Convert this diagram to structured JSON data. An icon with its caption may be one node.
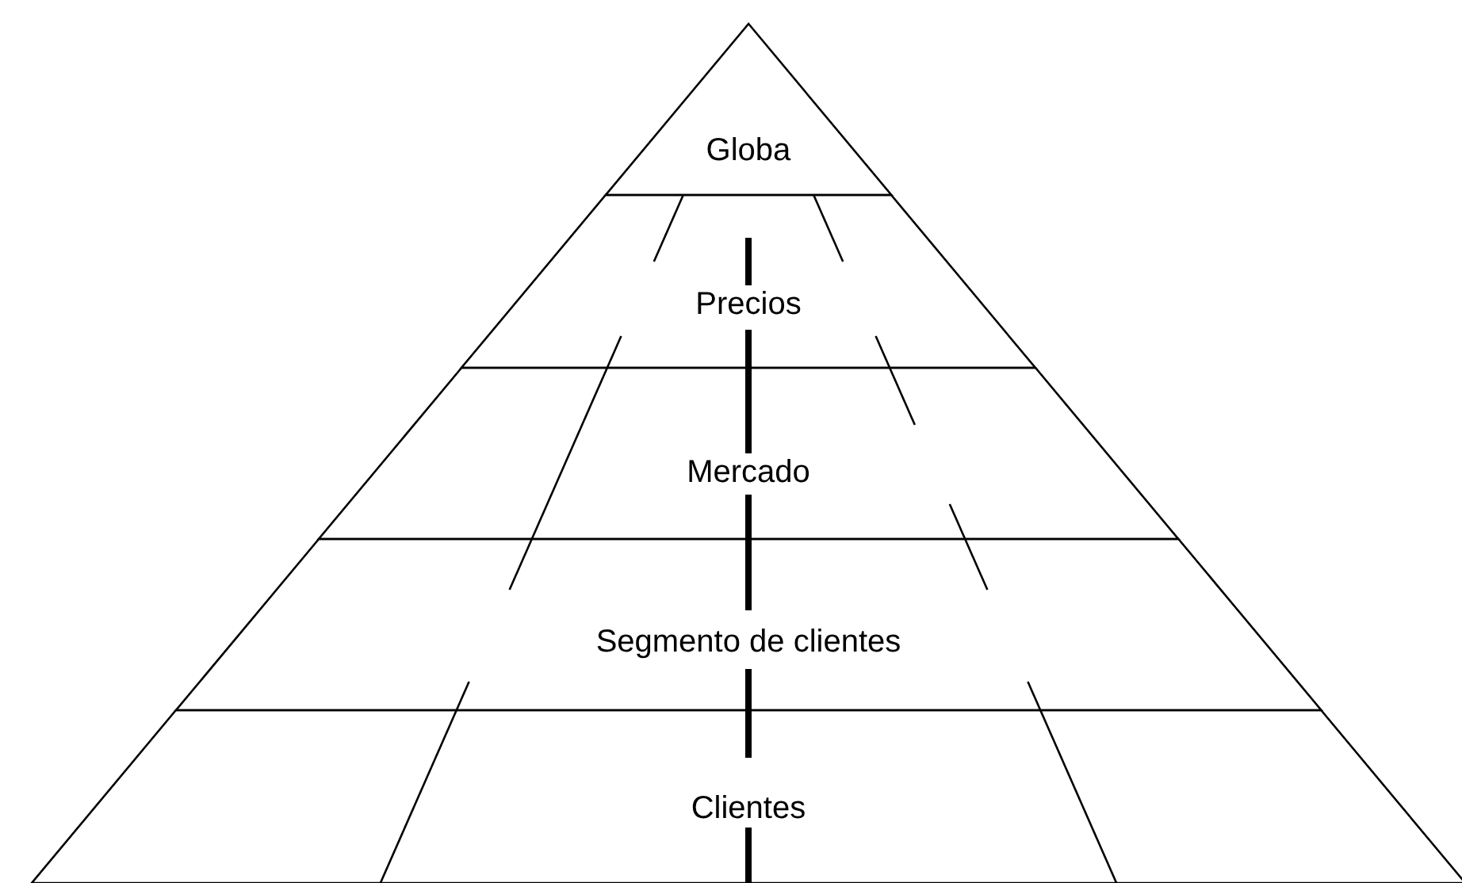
{
  "diagram": {
    "nodes": [
      {
        "text": [
          "Globa"
        ]
      },
      {
        "text": [
          "Precios"
        ]
      },
      {
        "text": [
          "Mercado"
        ]
      },
      {
        "text": [
          "Segmento de clientes"
        ]
      },
      {
        "text": [
          "Clientes"
        ]
      }
    ]
  }
}
